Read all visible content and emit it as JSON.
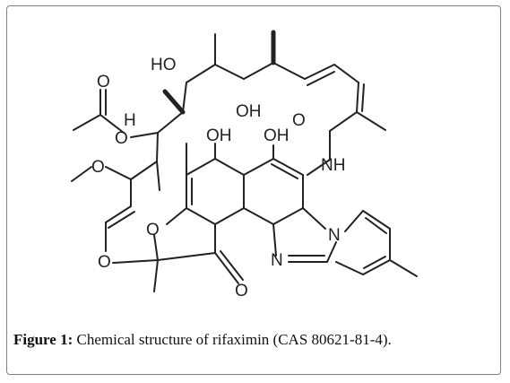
{
  "caption": {
    "label": "Figure 1:",
    "text": " Chemical structure of rifaximin (CAS 80621-81-4)."
  },
  "atoms": {
    "ho_top": "HO",
    "oh_mid": "OH",
    "oh_left": "OH",
    "oh_right": "OH",
    "o_carbonyl_amide": "O",
    "nh": "NH",
    "o_acetyl": "O",
    "h_stereo": "H",
    "o_ester": "O",
    "o_methoxy": "O",
    "o_furan": "O",
    "o_enol": "O",
    "n_pyridine": "N",
    "n_imidazole": "N",
    "o_ketone": "O"
  }
}
